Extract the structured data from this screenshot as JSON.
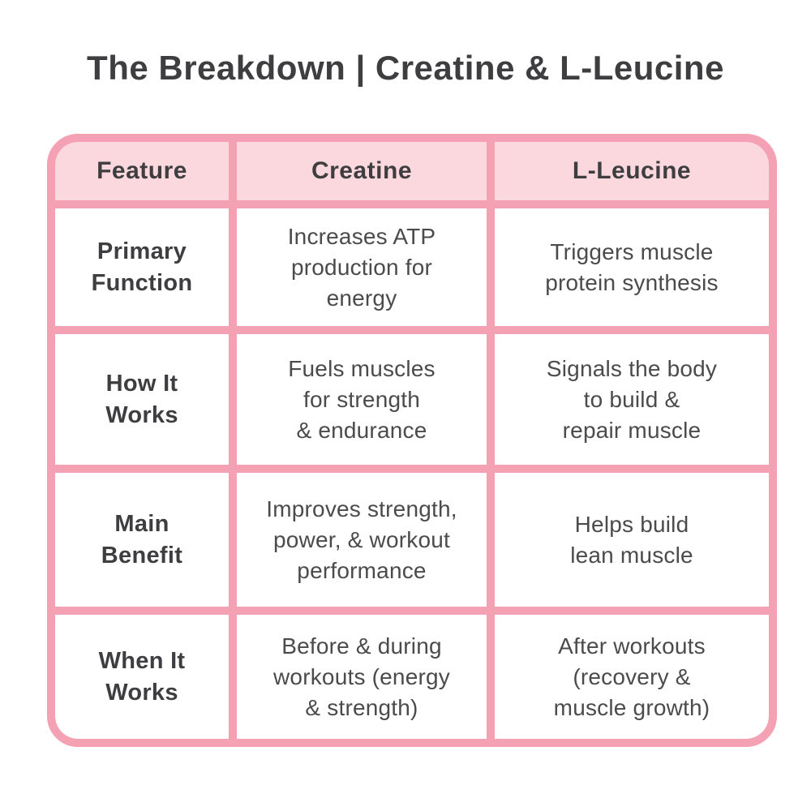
{
  "title": "The Breakdown | Creatine & L-Leucine",
  "colors": {
    "grid_pink": "#F5A1B4",
    "header_bg": "#FBD7DE",
    "cell_bg": "#FFFFFF",
    "heading_text": "#3E3E41",
    "body_text": "#4B4B4D",
    "page_bg": "#FFFFFF"
  },
  "table": {
    "headers": [
      "Feature",
      "Creatine",
      "L-Leucine"
    ],
    "rows": [
      {
        "feature": "Primary\nFunction",
        "creatine": "Increases ATP\nproduction for\nenergy",
        "l_leucine": "Triggers muscle\nprotein synthesis"
      },
      {
        "feature": "How It\nWorks",
        "creatine": "Fuels muscles\nfor strength\n& endurance",
        "l_leucine": "Signals the body\nto build &\nrepair muscle"
      },
      {
        "feature": "Main\nBenefit",
        "creatine": "Improves strength,\npower, & workout\nperformance",
        "l_leucine": "Helps build\nlean muscle"
      },
      {
        "feature": "When It\nWorks",
        "creatine": "Before & during\nworkouts (energy\n& strength)",
        "l_leucine": "After workouts\n(recovery &\nmuscle growth)"
      }
    ]
  },
  "chart_data": {
    "type": "table",
    "title": "The Breakdown | Creatine & L-Leucine",
    "columns": [
      "Feature",
      "Creatine",
      "L-Leucine"
    ],
    "rows": [
      [
        "Primary Function",
        "Increases ATP production for energy",
        "Triggers muscle protein synthesis"
      ],
      [
        "How It Works",
        "Fuels muscles for strength & endurance",
        "Signals the body to build & repair muscle"
      ],
      [
        "Main Benefit",
        "Improves strength, power, & workout performance",
        "Helps build lean muscle"
      ],
      [
        "When It Works",
        "Before & during workouts (energy & strength)",
        "After workouts (recovery & muscle growth)"
      ]
    ]
  }
}
